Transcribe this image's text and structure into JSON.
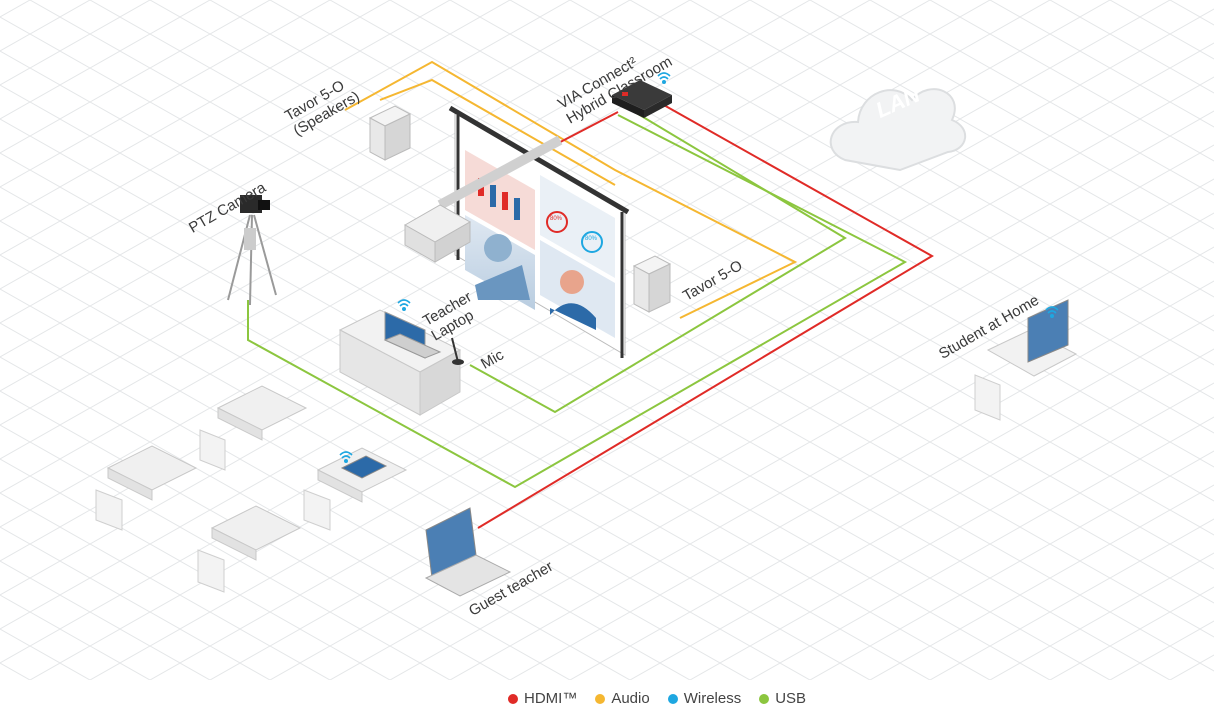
{
  "labels": {
    "via_line1": "VIA Connect²",
    "via_line2": "Hybrid Classroom",
    "tavor_speakers_line1": "Tavor 5-O",
    "tavor_speakers_line2": "(Speakers)",
    "ptz_camera": "PTZ Camera",
    "tavor": "Tavor 5-O",
    "teacher_line1": "Teacher",
    "teacher_line2": "Laptop",
    "mic": "Mic",
    "student_home": "Student at Home",
    "guest_teacher": "Guest teacher",
    "lan": "LAN"
  },
  "screen": {
    "pct1": "80%",
    "pct2": "80%"
  },
  "legend": [
    {
      "label": "HDMI™",
      "color": "#e02b27"
    },
    {
      "label": "Audio",
      "color": "#f5b731"
    },
    {
      "label": "Wireless",
      "color": "#1ea7e1"
    },
    {
      "label": "USB",
      "color": "#8cc63f"
    }
  ],
  "colors": {
    "hdmi": "#e02b27",
    "audio": "#f5b731",
    "wireless": "#1ea7e1",
    "usb": "#8cc63f"
  }
}
